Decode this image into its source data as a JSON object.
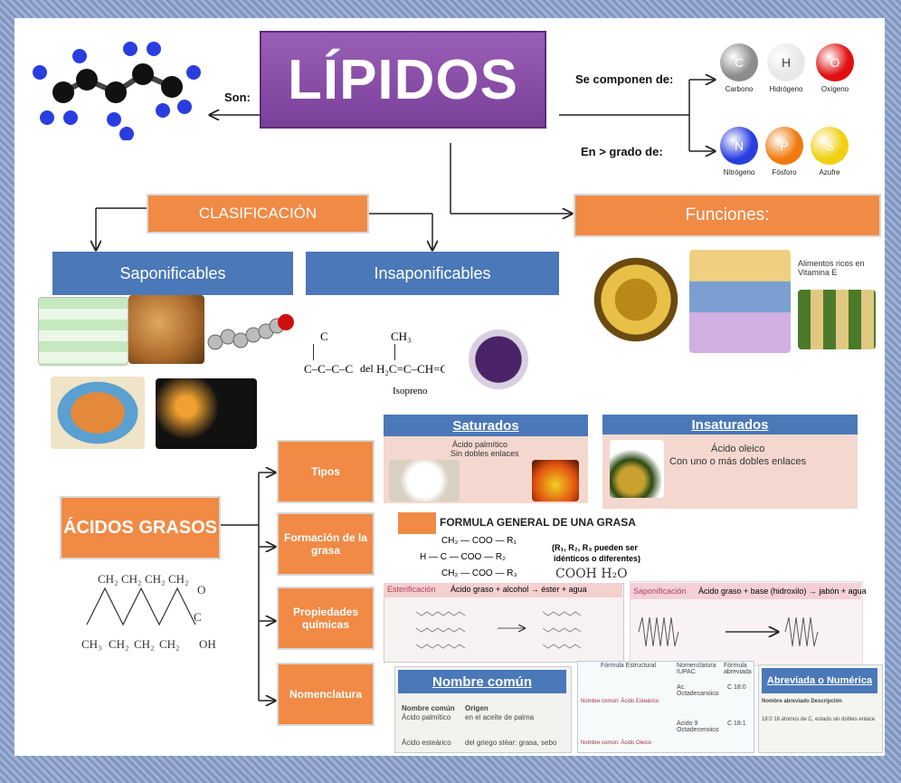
{
  "title": "LÍPIDOS",
  "son_label": "Son:",
  "se_componen_label": "Se componen de:",
  "en_grado_label": "En > grado de:",
  "atoms_top": [
    {
      "symbol": "C",
      "name": "Carbono",
      "color": "#8c8c8c"
    },
    {
      "symbol": "H",
      "name": "Hidrógeno",
      "color": "#e8e8e8"
    },
    {
      "symbol": "O",
      "name": "Oxígeno",
      "color": "#e01010"
    }
  ],
  "atoms_bottom": [
    {
      "symbol": "N",
      "name": "Nitrógeno",
      "color": "#2a3ee0"
    },
    {
      "symbol": "P",
      "name": "Fósforo",
      "color": "#f07a10"
    },
    {
      "symbol": "S",
      "name": "Azufre",
      "color": "#f0d010"
    }
  ],
  "clasificacion": "CLASIFICACIÓN",
  "funciones": "Funciones:",
  "saponificables": "Saponificables",
  "insaponificables": "Insaponificables",
  "formula_left": "C–C–C–C",
  "formula_del": "del",
  "formula_right": "H₂C=C–CH=CH₂",
  "formula_c_top": "C",
  "formula_ch3_top": "CH₃",
  "formula_name": "Isopreno",
  "acidos_grasos": "ÁCIDOS GRASOS",
  "tipos": [
    "Tipos",
    "Formación de la grasa",
    "Propiedades químicas",
    "Nomenclatura"
  ],
  "saturados": {
    "title": "Saturados",
    "line1": "Ácido palmítico",
    "line2": "Sin dobles enlaces"
  },
  "insaturados": {
    "title": "Insaturados",
    "line1": "Ácido oleico",
    "line2": "Con uno o más dobles enlaces"
  },
  "formula_general": {
    "title": "FORMULA GENERAL DE UNA GRASA",
    "row1": "CH₂ — COO — R₁",
    "row2": "H — C — COO — R₂",
    "row3": "CH₂ — COO — R₃",
    "note1": "(R₁, R₂, R₃ pueden ser",
    "note2": "idénticos o diferentes)",
    "handwritten": "COOH   H₂O"
  },
  "esterificacion": {
    "title": "Esterificación",
    "eq": "Ácido graso + alcohol → éster + agua"
  },
  "saponificacion": {
    "title": "Saponificación",
    "eq": "Ácido graso + base (hidroxilo) → jabón + agua"
  },
  "nombre_comun": {
    "title": "Nombre común",
    "col1": "Nombre común",
    "col2": "Origen",
    "r1c1": "Ácido palmítico",
    "r1c2": "en el aceite de palma",
    "r2c1": "Ácido esteárico",
    "r2c2": "del griego stéar: grasa, sebo"
  },
  "iupac": {
    "h1": "Fórmula Estructural",
    "h2": "Nomenclatura IUPAC",
    "h3": "Fórmula abreviada",
    "r1": "Ac. Octadecanoico",
    "r1b": "C 18:0",
    "r2": "Acido 9 Octadecenoico",
    "r2b": "C 18:1",
    "n1": "Nombre común: Ácido Esteárico",
    "n2": "Nombre común: Ácido Oleico"
  },
  "abreviada": {
    "title": "Abreviada o Numérica",
    "sub": "Nombre abreviado  Descripción",
    "row": "18:0        18 átomos de C, estado sin dobles enlace"
  },
  "vit_e": "Alimentos ricos en Vitamina E",
  "colors": {
    "purple": "#8a4ea8",
    "orange": "#f08a45",
    "blue": "#4a78b8",
    "pink": "#f4d8cf"
  }
}
